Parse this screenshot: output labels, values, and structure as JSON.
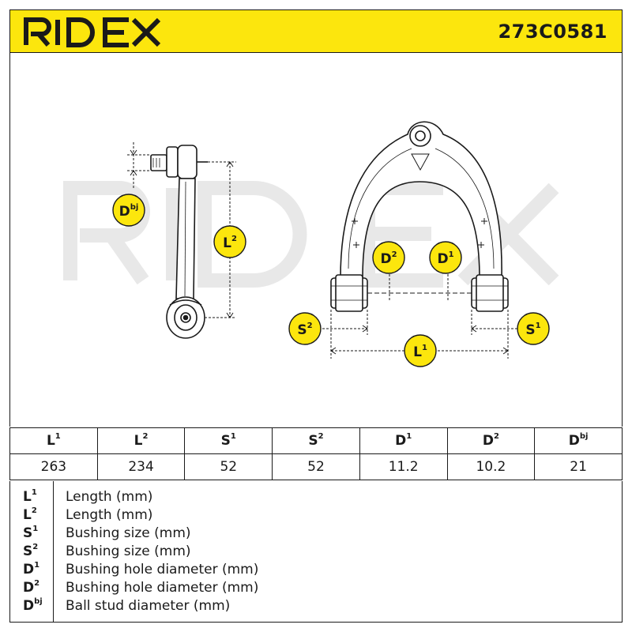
{
  "brand": "RIDEX",
  "part_number": "273C0581",
  "watermark": "RIDEX",
  "labels": {
    "dbj": {
      "base": "D",
      "sup": "bj"
    },
    "l2": {
      "base": "L",
      "sup": "2"
    },
    "d2": {
      "base": "D",
      "sup": "2"
    },
    "d1": {
      "base": "D",
      "sup": "1"
    },
    "s2": {
      "base": "S",
      "sup": "2"
    },
    "s1": {
      "base": "S",
      "sup": "1"
    },
    "l1": {
      "base": "L",
      "sup": "1"
    }
  },
  "table": {
    "headers": [
      {
        "base": "L",
        "sup": "1"
      },
      {
        "base": "L",
        "sup": "2"
      },
      {
        "base": "S",
        "sup": "1"
      },
      {
        "base": "S",
        "sup": "2"
      },
      {
        "base": "D",
        "sup": "1"
      },
      {
        "base": "D",
        "sup": "2"
      },
      {
        "base": "D",
        "sup": "bj"
      }
    ],
    "values": [
      "263",
      "234",
      "52",
      "52",
      "11.2",
      "10.2",
      "21"
    ]
  },
  "legend": [
    {
      "base": "L",
      "sup": "1",
      "desc": "Length (mm)"
    },
    {
      "base": "L",
      "sup": "2",
      "desc": "Length (mm)"
    },
    {
      "base": "S",
      "sup": "1",
      "desc": "Bushing size (mm)"
    },
    {
      "base": "S",
      "sup": "2",
      "desc": "Bushing size (mm)"
    },
    {
      "base": "D",
      "sup": "1",
      "desc": "Bushing hole diameter (mm)"
    },
    {
      "base": "D",
      "sup": "2",
      "desc": "Bushing hole diameter (mm)"
    },
    {
      "base": "D",
      "sup": "bj",
      "desc": "Ball stud diameter (mm)"
    }
  ],
  "colors": {
    "accent": "#fce60d",
    "ink": "#1a1a1a",
    "watermark": "#e6e6e6"
  }
}
